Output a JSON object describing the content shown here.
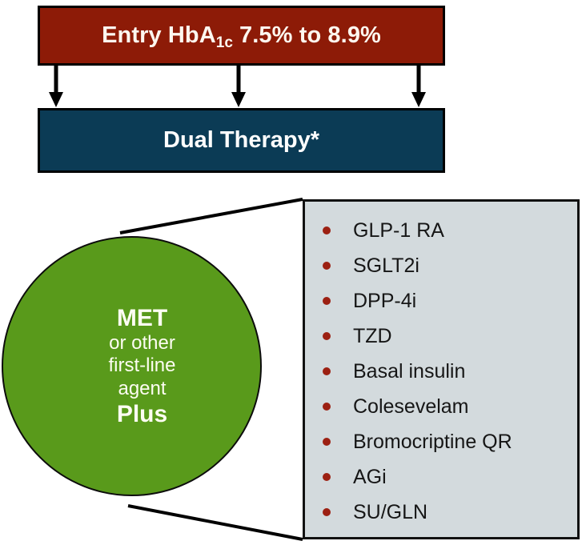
{
  "diagram": {
    "entry_banner": {
      "text_prefix": "Entry HbA",
      "text_subscript": "1c",
      "text_suffix": " 7.5% to 8.9%",
      "full_text": "Entry HbA1c 7.5% to 8.9%",
      "fill_color": "#8d1b07",
      "text_color": "#fdf7ef"
    },
    "dual_banner": {
      "label": "Dual Therapy*",
      "fill_color": "#0b3b55",
      "text_color": "#ffffff"
    },
    "arrows": {
      "count": 3,
      "color": "#000000",
      "direction": "down"
    },
    "met_circle": {
      "line1": "MET",
      "line2": "or other",
      "line3": "first-line",
      "line4": "agent",
      "line5": "Plus",
      "fill_color": "#599a1b",
      "text_color": "#fdfdf2"
    },
    "options_panel": {
      "fill_color": "#d3dadd",
      "bullet_color": "#9c2012",
      "text_color": "#161616",
      "items": [
        {
          "label": "GLP-1 RA"
        },
        {
          "label": "SGLT2i"
        },
        {
          "label": "DPP-4i"
        },
        {
          "label": "TZD"
        },
        {
          "label": "Basal insulin"
        },
        {
          "label": "Colesevelam"
        },
        {
          "label": "Bromocriptine QR"
        },
        {
          "label": "AGi"
        },
        {
          "label": "SU/GLN"
        }
      ]
    }
  }
}
